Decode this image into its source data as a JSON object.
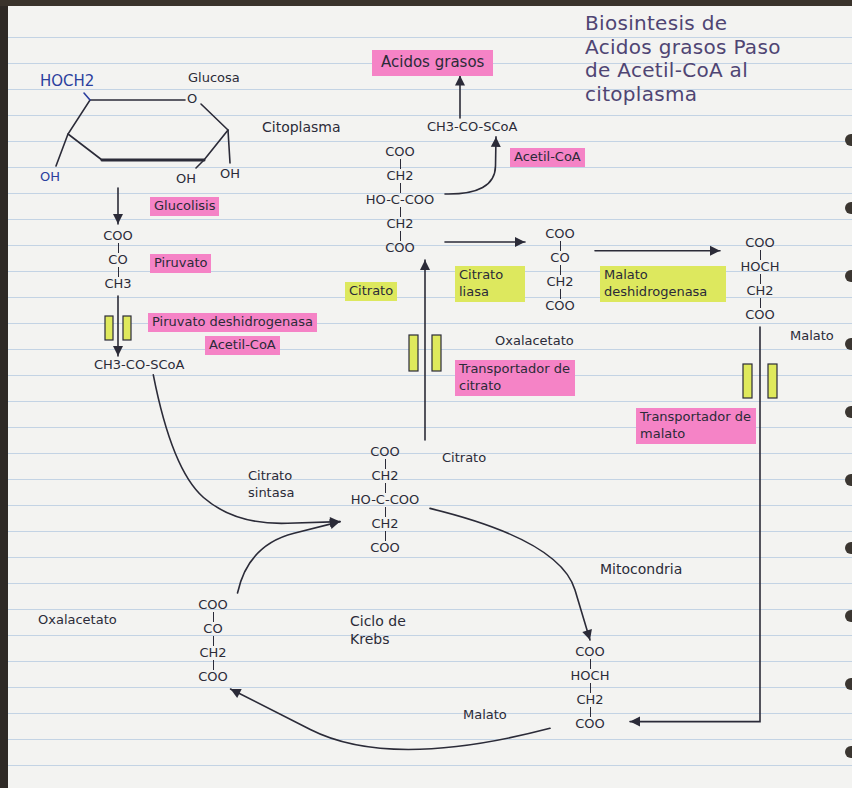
{
  "diagram": {
    "title": "Biosintesis de Acidos grasos Paso de Acetil-CoA al citoplasma",
    "nodes": [
      {
        "text": [
          "HOCH2",
          "Glucosa",
          "O",
          "OH",
          "OH",
          "OH"
        ]
      },
      {
        "text": [
          "COO CO CH3",
          "Piruvato"
        ]
      },
      {
        "text": [
          "CH3-CO-SCoA",
          "Acetil-CoA"
        ]
      },
      {
        "text": [
          "COO CH2 HO-C-COO CH2 COO",
          "Citrato"
        ]
      },
      {
        "text": [
          "CH3-CO-SCoA",
          "Acetil-CoA"
        ]
      },
      {
        "text": [
          "Acidos grasos"
        ]
      },
      {
        "text": [
          "COO CO CH2 COO",
          "Oxalacetato"
        ]
      },
      {
        "text": [
          "COO HOCH CH2 COO",
          "Malato"
        ]
      },
      {
        "text": [
          "COO CH2 HO-C-COO CH2 COO",
          "Citrato"
        ]
      },
      {
        "text": [
          "COO CO CH2 COO",
          "Oxalacetato"
        ]
      },
      {
        "text": [
          "COO HOCH CH2 COO",
          "Malato"
        ]
      }
    ],
    "edges": [
      {
        "from": 0,
        "to": 1,
        "arrow": "to",
        "label": "Glucolisis"
      },
      {
        "from": 1,
        "to": 2,
        "arrow": "to",
        "label": "Piruvato deshidrogenasa"
      },
      {
        "from": 2,
        "to": 8,
        "arrow": "to",
        "label": "Citrato sintasa"
      },
      {
        "from": 9,
        "to": 8,
        "arrow": "to"
      },
      {
        "from": 8,
        "to": 10,
        "arrow": "to"
      },
      {
        "from": 10,
        "to": 9,
        "arrow": "to"
      },
      {
        "from": 8,
        "to": 3,
        "arrow": "to",
        "label": "Transportador de citrato"
      },
      {
        "from": 3,
        "to": 4,
        "arrow": "to"
      },
      {
        "from": 4,
        "to": 5,
        "arrow": "to"
      },
      {
        "from": 3,
        "to": 6,
        "arrow": "to",
        "label": "Citrato liasa"
      },
      {
        "from": 6,
        "to": 7,
        "arrow": "to",
        "label": "Malato deshidrogenasa"
      },
      {
        "from": 7,
        "to": 10,
        "arrow": "to",
        "label": "Transportador de malato"
      }
    ],
    "labels": [
      "Citoplasma",
      "Ciclo de Krebs",
      "Mitocondria"
    ]
  }
}
